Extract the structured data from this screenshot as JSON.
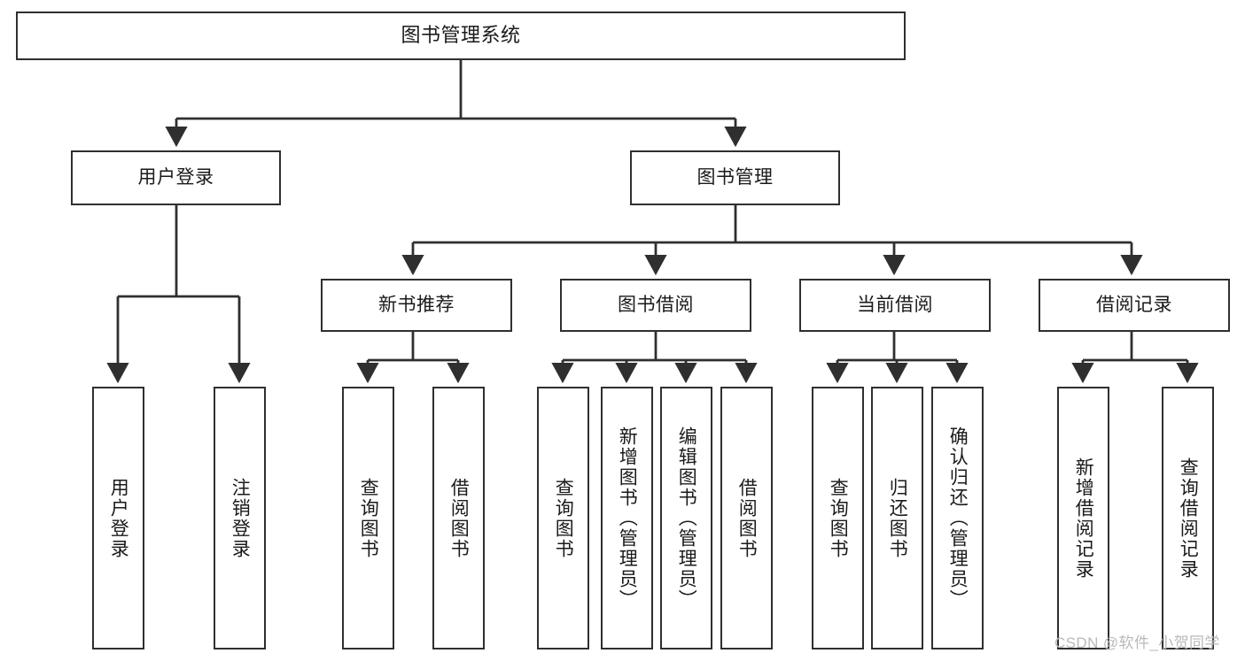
{
  "diagram": {
    "title": "图书管理系统",
    "levels": {
      "root": {
        "label": "图书管理系统"
      },
      "level2": [
        {
          "label": "用户登录"
        },
        {
          "label": "图书管理"
        }
      ],
      "level3": [
        {
          "label": "新书推荐"
        },
        {
          "label": "图书借阅"
        },
        {
          "label": "当前借阅"
        },
        {
          "label": "借阅记录"
        }
      ],
      "leaves": {
        "user_login": [
          {
            "label": "用户登录"
          },
          {
            "label": "注销登录"
          }
        ],
        "new_book_recommend": [
          {
            "label": "查询图书"
          },
          {
            "label": "借阅图书"
          }
        ],
        "book_borrow": [
          {
            "label": "查询图书"
          },
          {
            "label": "新增图书（管理员）"
          },
          {
            "label": "编辑图书（管理员）"
          },
          {
            "label": "借阅图书"
          }
        ],
        "current_borrow": [
          {
            "label": "查询图书"
          },
          {
            "label": "归还图书"
          },
          {
            "label": "确认归还（管理员）"
          }
        ],
        "borrow_record": [
          {
            "label": "新增借阅记录"
          },
          {
            "label": "查询借阅记录"
          }
        ]
      }
    },
    "watermark": "CSDN @软件_小贺同学",
    "colors": {
      "stroke": "#2f2f2f",
      "text": "#1a1a1a",
      "background": "#ffffff",
      "watermark": "#b9b9b9"
    }
  }
}
